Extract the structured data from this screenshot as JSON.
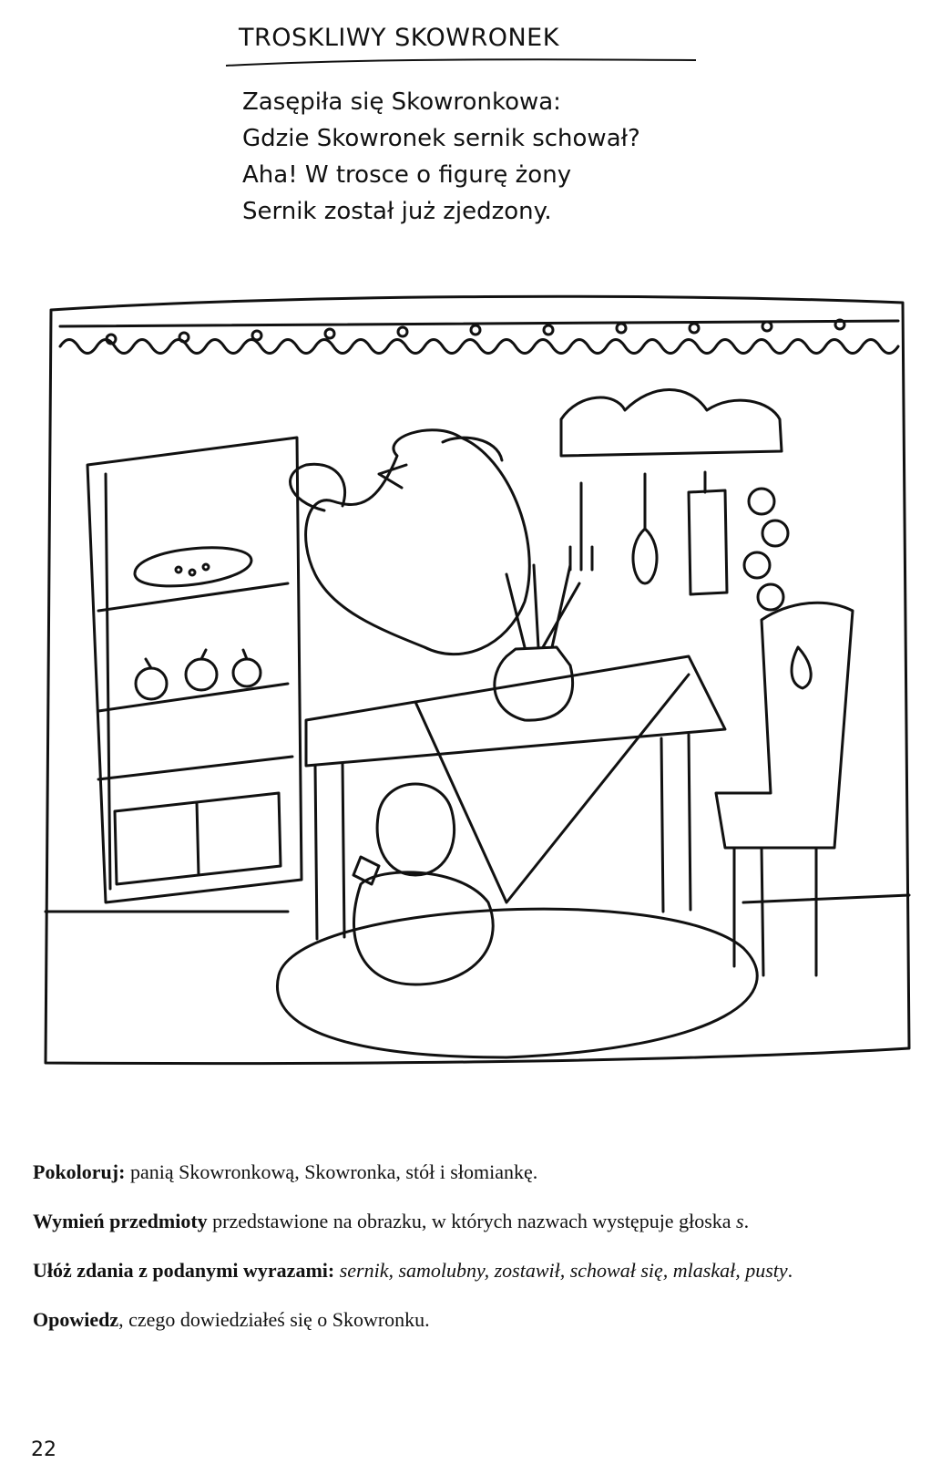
{
  "title": "TROSKLIWY SKOWRONEK",
  "poem": [
    "Zasępiła się Skowronkowa:",
    "Gdzie Skowronek sernik schował?",
    "Aha! W trosce o figurę żony",
    "Sernik został już zjedzony."
  ],
  "tasks": [
    {
      "label": "Pokoloruj:",
      "text": " panią Skowronkową, Skowronka, stół i słomiankę."
    },
    {
      "label": "Wymień przedmioty",
      "text": " przedstawione na obrazku, w których nazwach występuje głoska ",
      "italic": "s",
      "tail": "."
    },
    {
      "label": "Ułóż zdania z podanymi wyrazami:",
      "text": " ",
      "italic": "sernik, samolubny, zostawił, schował się, mlaskał, pusty",
      "tail": "."
    },
    {
      "label": "Opowiedz",
      "text": ", czego dowiedziałeś się o Skowronku."
    }
  ],
  "page_number": "22"
}
